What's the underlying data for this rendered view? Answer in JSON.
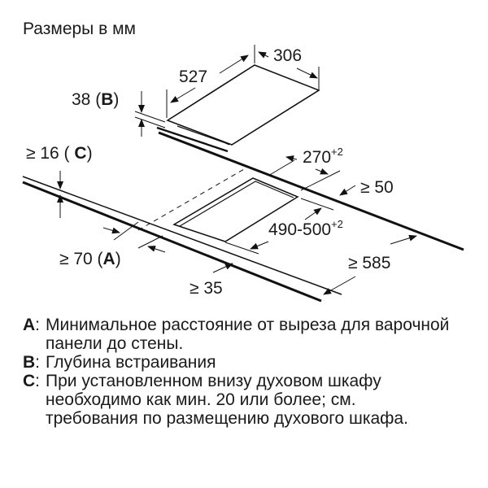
{
  "title": "Размеры в мм",
  "dimensions": {
    "hob_depth": "527",
    "hob_width": "306",
    "build_depth_value": "38 (",
    "build_depth_key": "B",
    "build_depth_close": ")",
    "oven_gap_value": "≥ 16 ( ",
    "oven_gap_key": "C",
    "oven_gap_close": ")",
    "cutout_width": "270",
    "cutout_width_tol": "+2",
    "rear_min": "≥ 50",
    "cutout_depth": "490-500",
    "cutout_depth_tol": "+2",
    "worktop_depth": "≥ 585",
    "wall_gap_value": "≥ 70 (",
    "wall_gap_key": "A",
    "wall_gap_close": ")",
    "front_min": "≥ 35"
  },
  "legend": [
    {
      "key": "A",
      "text": "Минимальное расстояние от выреза для варочной панели до стены."
    },
    {
      "key": "B",
      "text": "Глубина встраивания"
    },
    {
      "key": "C",
      "text": "При установленном внизу духовом шкафу необходимо как мин. 20 или более; см. требования по размещению духового шкафа."
    }
  ],
  "colors": {
    "line": "#111111",
    "background": "#ffffff"
  }
}
